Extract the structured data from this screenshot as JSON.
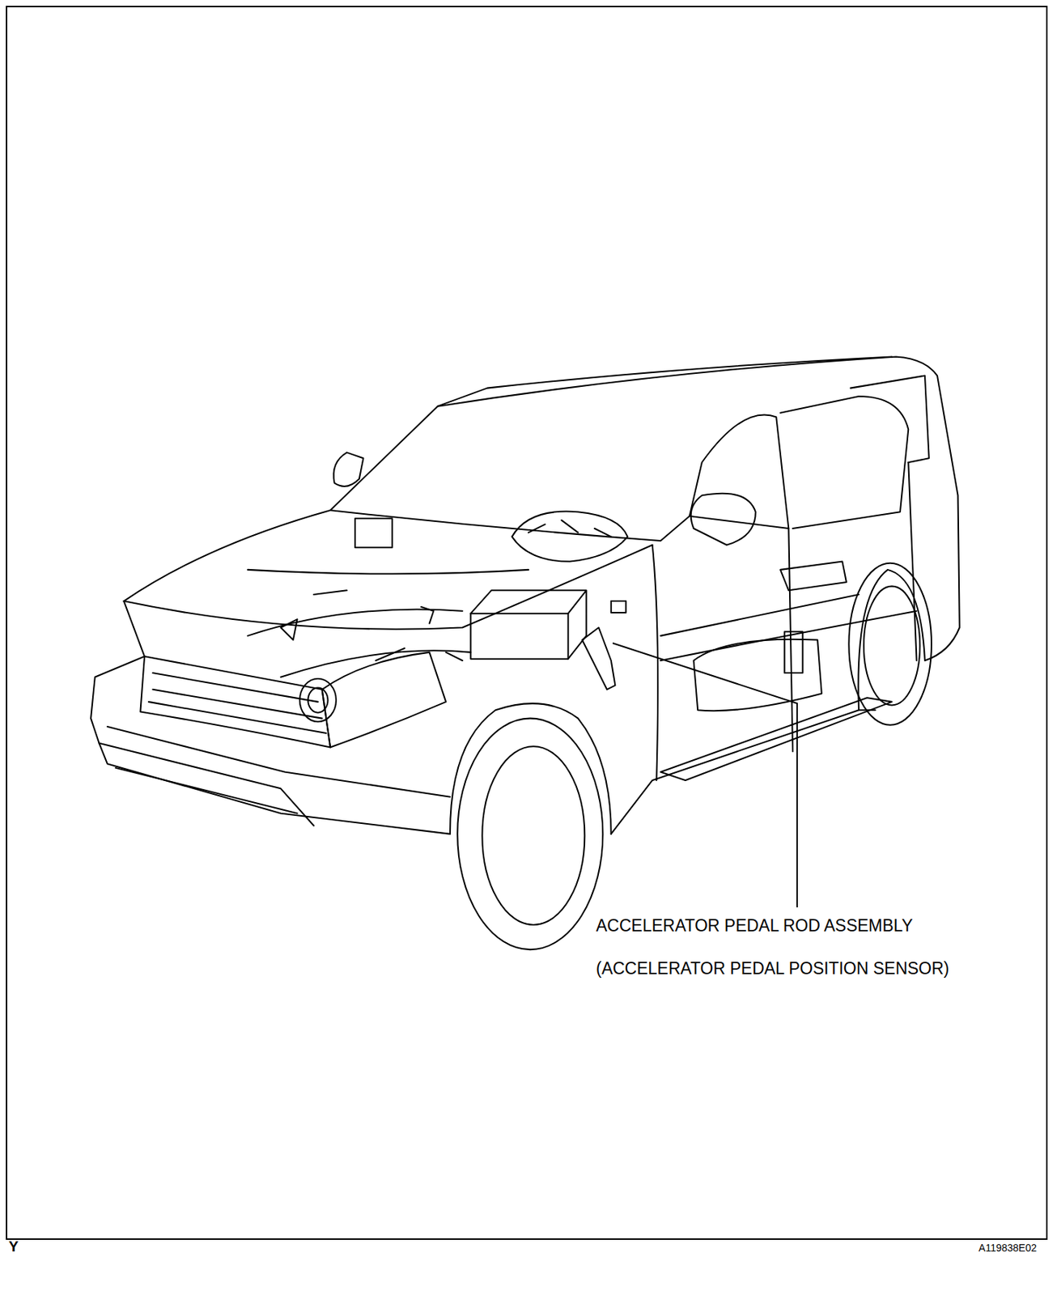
{
  "diagram": {
    "labels": [
      "ACCELERATOR PEDAL ROD ASSEMBLY",
      "(ACCELERATOR PEDAL POSITION SENSOR)",
      "Y",
      "A119838E02"
    ]
  }
}
